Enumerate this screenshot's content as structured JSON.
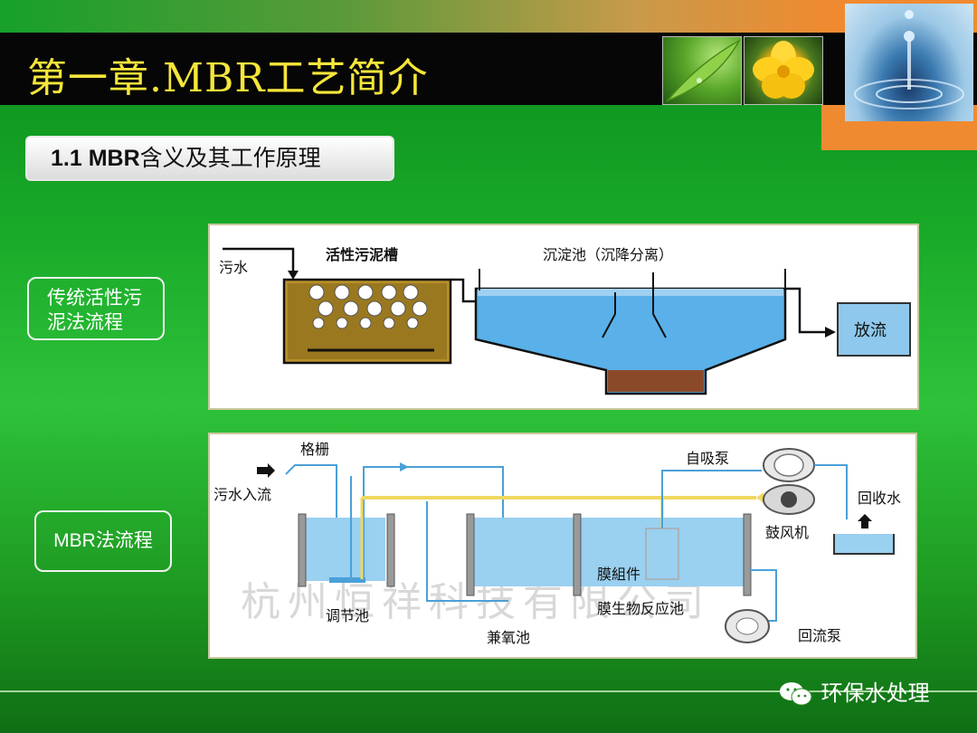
{
  "slide": {
    "title": "第一章.MBR工艺简介",
    "section_num": "1.1",
    "section_bold": "MBR",
    "section_rest": "含义及其工作原理"
  },
  "labels": {
    "conventional_line1": "传统活性污",
    "conventional_line2": "泥法流程",
    "mbr": "MBR法流程"
  },
  "diagram1": {
    "inlet": "污水",
    "aeration_tank": "活性污泥槽",
    "clarifier": "沉淀池（沉降分离）",
    "discharge": "放流"
  },
  "diagram2": {
    "inlet": "污水入流",
    "screen": "格栅",
    "self_priming_pump": "自吸泵",
    "reclaimed_water": "回收水",
    "blower": "鼓风机",
    "membrane_module": "膜組件",
    "membrane_bioreactor": "膜生物反应池",
    "equalization_tank": "调节池",
    "anoxic_tank": "兼氧池",
    "return_pump": "回流泵",
    "watermark": "杭州恒祥科技有限公司"
  },
  "footer": {
    "account": "环保水处理",
    "icon": "wechat-icon"
  },
  "colors": {
    "title_yellow": "#f5e63a",
    "background_green": "#1e9a22",
    "accent_orange": "#f08a30"
  }
}
